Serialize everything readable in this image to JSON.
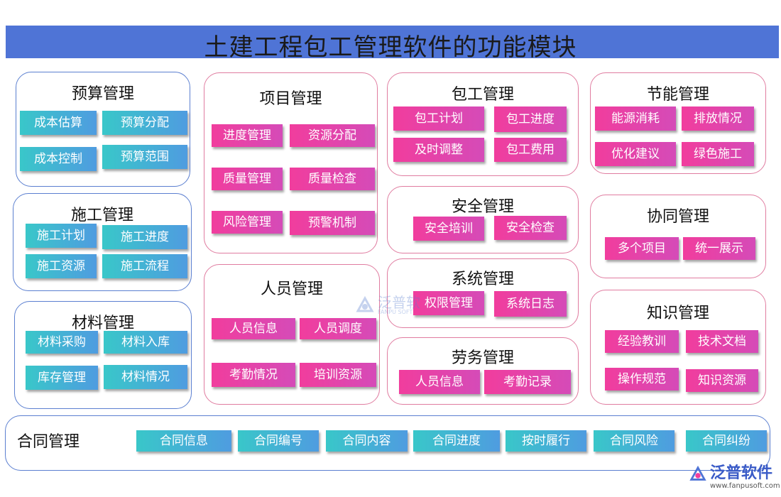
{
  "title": "土建工程包工管理软件的功能模块",
  "modules": {
    "budget": {
      "title": "预算管理",
      "items": [
        "成本估算",
        "预算分配",
        "成本控制",
        "预算范围"
      ]
    },
    "construction": {
      "title": "施工管理",
      "items": [
        "施工计划",
        "施工进度",
        "施工资源",
        "施工流程"
      ]
    },
    "material": {
      "title": "材料管理",
      "items": [
        "材料采购",
        "材料入库",
        "库存管理",
        "材料情况"
      ]
    },
    "project": {
      "title": "项目管理",
      "items": [
        "进度管理",
        "资源分配",
        "质量管理",
        "质量检查",
        "风险管理",
        "预警机制"
      ]
    },
    "personnel": {
      "title": "人员管理",
      "items": [
        "人员信息",
        "人员调度",
        "考勤情况",
        "培训资源"
      ]
    },
    "contracting": {
      "title": "包工管理",
      "items": [
        "包工计划",
        "包工进度",
        "及时调整",
        "包工费用"
      ]
    },
    "safety": {
      "title": "安全管理",
      "items": [
        "安全培训",
        "安全检查"
      ]
    },
    "system": {
      "title": "系统管理",
      "items": [
        "权限管理",
        "系统日志"
      ]
    },
    "labor": {
      "title": "劳务管理",
      "items": [
        "人员信息",
        "考勤记录"
      ]
    },
    "energy": {
      "title": "节能管理",
      "items": [
        "能源消耗",
        "排放情况",
        "优化建议",
        "绿色施工"
      ]
    },
    "collab": {
      "title": "协同管理",
      "items": [
        "多个项目",
        "统一展示"
      ]
    },
    "knowledge": {
      "title": "知识管理",
      "items": [
        "经验教训",
        "技术文档",
        "操作规范",
        "知识资源"
      ]
    },
    "contract": {
      "title": "合同管理",
      "items": [
        "合同信息",
        "合同编号",
        "合同内容",
        "合同进度",
        "按时履行",
        "合同风险",
        "合同纠纷"
      ]
    }
  },
  "watermark": {
    "text": "泛普软",
    "sub": "FANPU SOFT"
  },
  "logo": {
    "text": "泛普软件",
    "url": "www.fanpusoft.com"
  },
  "colors": {
    "title_bar": "#4f74d6",
    "teal_button": "#39c7c9",
    "pink_button": "#f13d9d",
    "blue_border": "#5b7fd0",
    "pink_border": "#e07ca0"
  }
}
